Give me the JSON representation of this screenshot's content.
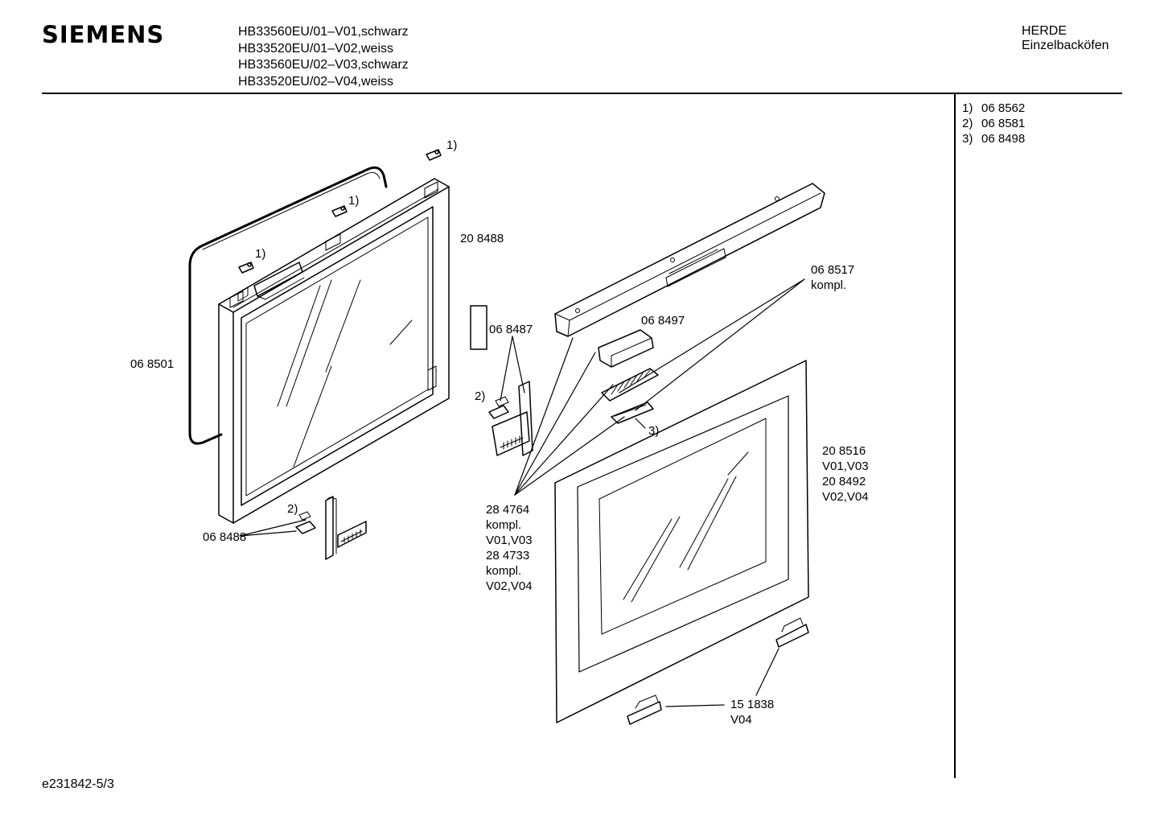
{
  "header": {
    "brand": "SIEMENS",
    "models": [
      "HB33560EU/01–V01,schwarz",
      "HB33520EU/01–V02,weiss",
      "HB33560EU/02–V03,schwarz",
      "HB33520EU/02–V04,weiss"
    ],
    "category_line1": "HERDE",
    "category_line2": "Einzelbacköfen"
  },
  "references": [
    {
      "key": "1)",
      "part": "06 8562"
    },
    {
      "key": "2)",
      "part": "06 8581"
    },
    {
      "key": "3)",
      "part": "06 8498"
    }
  ],
  "labels": {
    "p068501": "06 8501",
    "p208488": "20 8488",
    "p068487": "06 8487",
    "p068488": "06 8488",
    "p068497": "06 8497",
    "p068517_a": "06 8517",
    "p068517_b": "kompl.",
    "p208516_a": "20 8516",
    "p208516_b": "V01,V03",
    "p208516_c": "20 8492",
    "p208516_d": "V02,V04",
    "p284764_a": "28 4764",
    "p284764_b": "kompl.",
    "p284764_c": "V01,V03",
    "p284764_d": "28 4733",
    "p284764_e": "kompl.",
    "p284764_f": "V02,V04",
    "p151838_a": "15 1838",
    "p151838_b": "V04",
    "note1_a": "1)",
    "note1_b": "1)",
    "note1_c": "1)",
    "note2_a": "2)",
    "note2_b": "2)",
    "note3": "3)"
  },
  "footer": {
    "doc_id": "e231842-5/3"
  }
}
